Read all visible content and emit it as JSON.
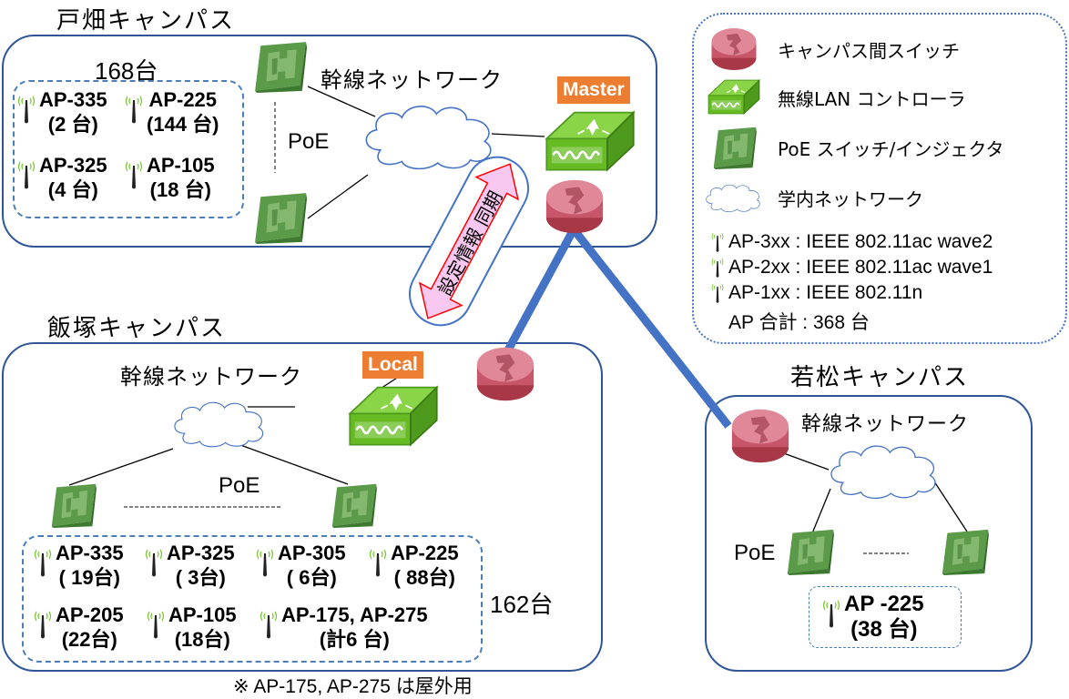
{
  "legend": {
    "items": [
      {
        "icon": "inter-campus-switch-icon",
        "label": "キャンパス間スイッチ"
      },
      {
        "icon": "wireless-lan-controller-icon",
        "label": "無線LAN コントローラ"
      },
      {
        "icon": "poe-switch-icon",
        "label": "PoE スイッチ/インジェクタ"
      },
      {
        "icon": "cloud-icon",
        "label": "学内ネットワーク"
      }
    ],
    "ap_types": [
      {
        "label": "AP-3xx : IEEE 802.11ac wave2"
      },
      {
        "label": "AP-2xx : IEEE 802.11ac wave1"
      },
      {
        "label": "AP-1xx : IEEE 802.11n"
      }
    ],
    "total": "AP 合計 : 368 台"
  },
  "tobata": {
    "title": "戸畑キャンパス",
    "count": "168台",
    "network": "幹線ネットワーク",
    "poe": "PoE",
    "controller_role": "Master",
    "aps": [
      {
        "model": "AP-335",
        "qty": "(2 台)"
      },
      {
        "model": "AP-225",
        "qty": "(144 台)"
      },
      {
        "model": "AP-325",
        "qty": "(4 台)"
      },
      {
        "model": "AP-105",
        "qty": "(18 台)"
      }
    ]
  },
  "sync": {
    "label": "設定情報 同期"
  },
  "iizuka": {
    "title": "飯塚キャンパス",
    "count": "162台",
    "network": "幹線ネットワーク",
    "poe": "PoE",
    "controller_role": "Local",
    "aps": [
      {
        "model": "AP-335",
        "qty": "( 19台)"
      },
      {
        "model": "AP-325",
        "qty": "( 3台)"
      },
      {
        "model": "AP-305",
        "qty": "( 6台)"
      },
      {
        "model": "AP-225",
        "qty": "( 88台)"
      },
      {
        "model": "AP-205",
        "qty": "(22台)"
      },
      {
        "model": "AP-105",
        "qty": "(18台)"
      },
      {
        "model": "AP-175, AP-275",
        "qty": "(計6 台)"
      }
    ],
    "note": "※ AP-175, AP-275 は屋外用"
  },
  "wakamatsu": {
    "title": "若松キャンパス",
    "network": "幹線ネットワーク",
    "poe": "PoE",
    "aps": [
      {
        "model": "AP -225",
        "qty": "(38 台)"
      }
    ]
  }
}
